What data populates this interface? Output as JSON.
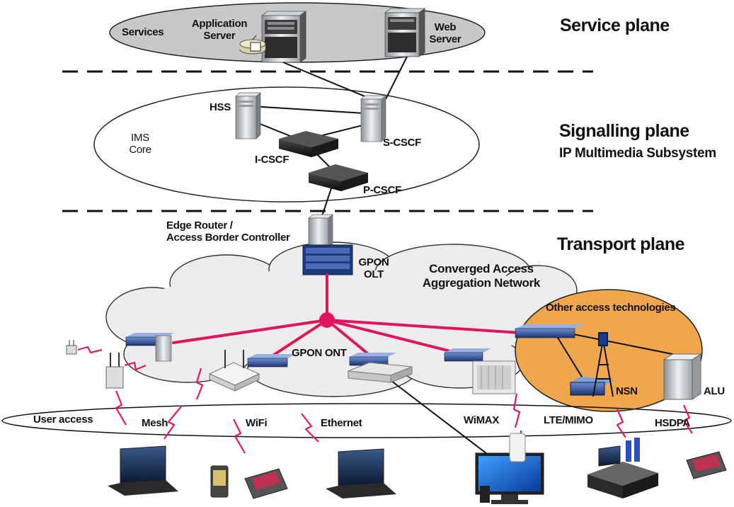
{
  "planes": {
    "service": "Service plane",
    "signalling": "Signalling plane",
    "signalling_sub": "IP Multimedia Subsystem",
    "transport": "Transport plane"
  },
  "service_plane": {
    "services": "Services",
    "app_server_line1": "Application",
    "app_server_line2": "Server",
    "web_server_line1": "Web",
    "web_server_line2": "Server"
  },
  "signalling_plane": {
    "ims_line1": "IMS",
    "ims_line2": "Core",
    "hss": "HSS",
    "s_cscf": "S-CSCF",
    "i_cscf": "I-CSCF",
    "p_cscf": "P-CSCF"
  },
  "transport_plane": {
    "edge_router_line1": "Edge Router /",
    "edge_router_line2": "Access Border Controller",
    "gpon_olt_line1": "GPON",
    "gpon_olt_line2": "OLT",
    "converged_line1": "Converged Access",
    "converged_line2": "Aggregation Network",
    "other_access": "Other access technologies",
    "gpon_ont": "GPON ONT",
    "nsn": "NSN",
    "alu": "ALU"
  },
  "access_ring": {
    "user_access": "User access",
    "mesh": "Mesh",
    "wifi": "WiFi",
    "ethernet": "Ethernet",
    "wimax": "WiMAX",
    "lte_mimo": "LTE/MIMO",
    "hsdpa": "HSDPA"
  },
  "colors": {
    "gpon_link": "#e0145f",
    "wireless": "#e8185a",
    "orange_cloud": "#f0a64c",
    "service_ellipse": "#c8c8c8",
    "cloud_fill": "#ececec",
    "switch_blue": "#2a4a8e"
  }
}
